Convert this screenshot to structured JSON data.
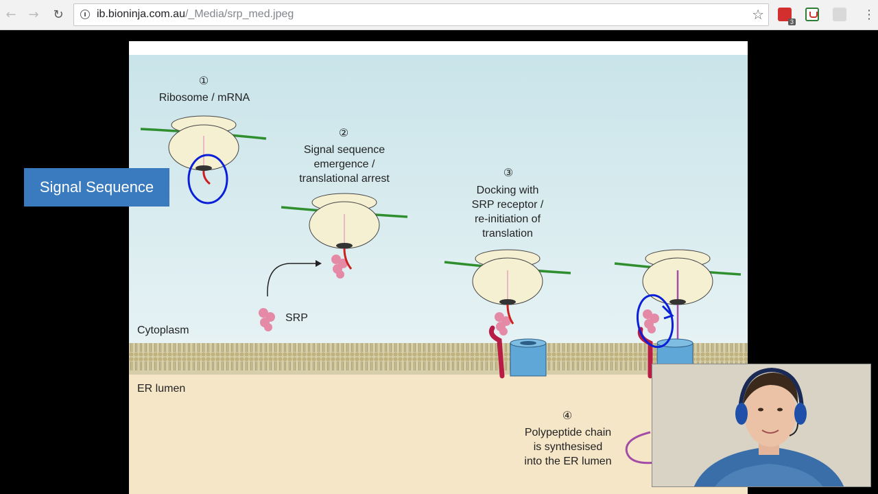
{
  "browser": {
    "url_domain": "ib.bioninja.com.au",
    "url_path": "/_Media/srp_med.jpeg",
    "back_icon": "arrow-left-icon",
    "forward_icon": "arrow-right-icon",
    "reload_icon": "reload-icon",
    "star_icon": "star-icon",
    "extension_badge": "3",
    "menu_icon": "kebab-menu-icon"
  },
  "diagram": {
    "step1_num": "①",
    "step1_title": "Ribosome / mRNA",
    "step2_num": "②",
    "step2_title_line1": "Signal sequence",
    "step2_title_line2": "emergence /",
    "step2_title_line3": "translational arrest",
    "step3_num": "③",
    "step3_title_line1": "Docking with",
    "step3_title_line2": "SRP receptor /",
    "step3_title_line3": "re-initiation of",
    "step3_title_line4": "translation",
    "step4_num": "④",
    "step4_title_line1": "Polypeptide chain",
    "step4_title_line2": "is synthesised",
    "step4_title_line3": "into the ER lumen",
    "srp_label": "SRP",
    "cytoplasm_label": "Cytoplasm",
    "er_lumen_label": "ER lumen"
  },
  "overlay": {
    "signal_sequence_label": "Signal Sequence"
  },
  "colors": {
    "cytoplasm_top": "#c9e4ea",
    "cytoplasm_bottom": "#e4f1f3",
    "lumen": "#f6e6c8",
    "membrane": "#cfc59a",
    "ribosome": "#f5f0d2",
    "mrna": "#2f8f2f",
    "srp": "#e58aa6",
    "signal_seq": "#cc2020",
    "receptor": "#b81d45",
    "translocon": "#5fa7d6",
    "annotation_ink": "#0a1fd8",
    "overlay_box": "#3a7bbf"
  }
}
